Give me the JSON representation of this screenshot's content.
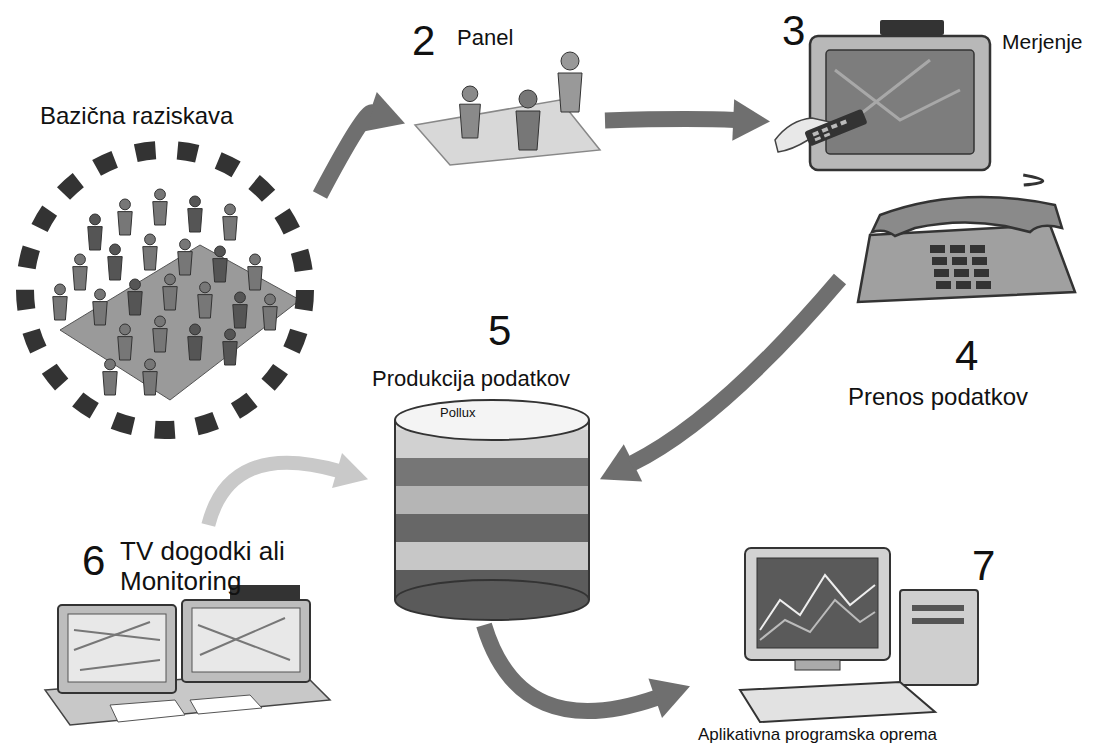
{
  "diagram": {
    "nodes": [
      {
        "text": [
          "Bazična raziskava"
        ]
      },
      {
        "text": [
          "Panel"
        ]
      },
      {
        "text": [
          "Merjenje"
        ]
      },
      {
        "text": [
          "Prenos podatkov"
        ]
      },
      {
        "text": [
          "Produkcija podatkov",
          "Pollux"
        ]
      },
      {
        "text": [
          "TV dogodki ali Monitoring"
        ]
      },
      {
        "text": [
          "Aplikativna programska oprema"
        ]
      }
    ],
    "edges": [
      {
        "from": 0,
        "to": 1,
        "arrow": "to"
      },
      {
        "from": 1,
        "to": 2,
        "arrow": "to"
      },
      {
        "from": 2,
        "to": 3,
        "arrow": "none"
      },
      {
        "from": 3,
        "to": 4,
        "arrow": "to"
      },
      {
        "from": 5,
        "to": 4,
        "arrow": "to"
      },
      {
        "from": 4,
        "to": 6,
        "arrow": "to"
      }
    ],
    "labels": [
      "2",
      "3",
      "4",
      "5",
      "6",
      "7"
    ]
  }
}
